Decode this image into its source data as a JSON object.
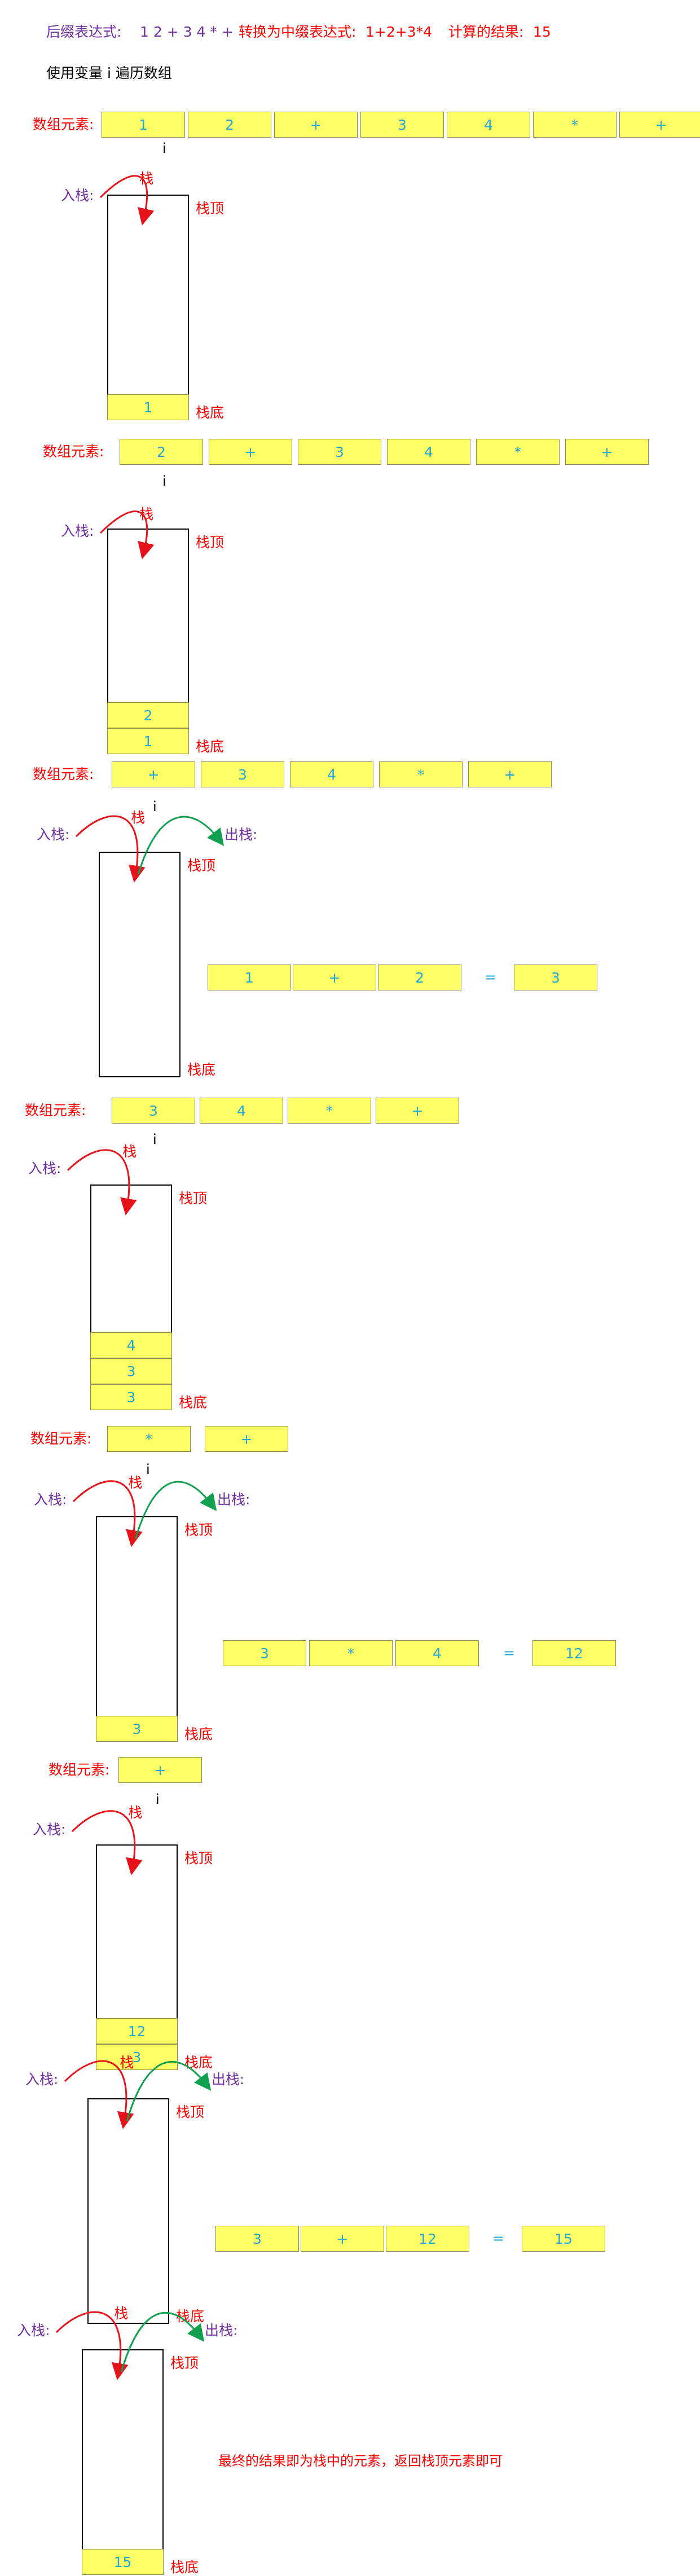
{
  "header": {
    "postfix_label": "后缀表达式:",
    "postfix_expr": "1 2 + 3 4 * +",
    "infix_label": "转换为中缀表达式:",
    "infix_expr": "1+2+3*4",
    "result_label": "计算的结果:",
    "result_value": "15",
    "traverse_note": "使用变量 i 遍历数组"
  },
  "labels": {
    "array": "数组元素:",
    "index": "i",
    "push": "入栈:",
    "pop": "出栈:",
    "stack": "栈",
    "top": "栈顶",
    "bottom": "栈底",
    "equals": "="
  },
  "steps": [
    {
      "array": [
        "1",
        "2",
        "+",
        "3",
        "4",
        "*",
        "+"
      ],
      "stack": [
        "1"
      ],
      "has_pop": false
    },
    {
      "array": [
        "2",
        "+",
        "3",
        "4",
        "*",
        "+"
      ],
      "stack": [
        "2",
        "1"
      ],
      "has_pop": false
    },
    {
      "array": [
        "+",
        "3",
        "4",
        "*",
        "+"
      ],
      "stack": [],
      "has_pop": true,
      "calc": [
        "1",
        "+",
        "2",
        "3"
      ]
    },
    {
      "array": [
        "3",
        "4",
        "*",
        "+"
      ],
      "stack": [
        "4",
        "3",
        "3"
      ],
      "has_pop": false
    },
    {
      "array": [
        "*",
        "+"
      ],
      "stack": [
        "3"
      ],
      "has_pop": true,
      "calc": [
        "3",
        "*",
        "4",
        "12"
      ]
    },
    {
      "array": [
        "+"
      ],
      "stack": [
        "12",
        "3"
      ],
      "has_pop": false
    },
    {
      "array": [],
      "stack": [],
      "has_pop": true,
      "calc": [
        "3",
        "+",
        "12",
        "15"
      ]
    },
    {
      "array": [],
      "stack": [
        "15"
      ],
      "has_pop": true,
      "note": "最终的结果即为栈中的元素，返回栈顶元素即可"
    }
  ],
  "colors": {
    "cell_fill": "#ffff66",
    "cell_text": "#1fa9d6",
    "label_red": "#ff0000",
    "label_purple": "#7030a0",
    "push_arrow": "#e8121b",
    "pop_arrow": "#10a050"
  }
}
